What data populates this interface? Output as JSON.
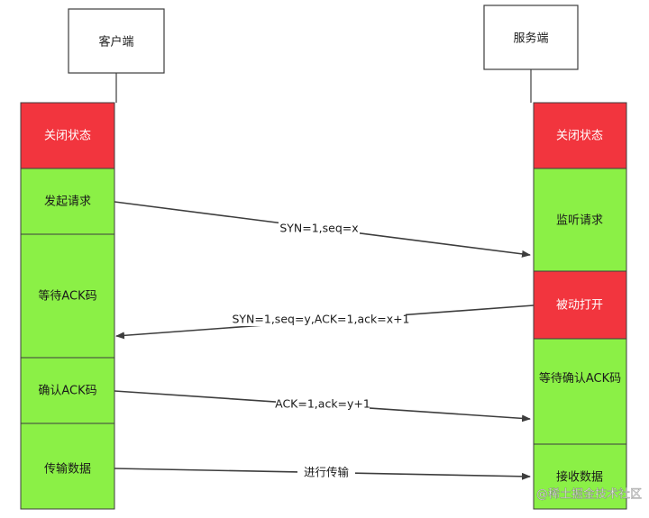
{
  "client": {
    "title": "客户端",
    "states": [
      "关闭状态",
      "发起请求",
      "等待ACK码",
      "确认ACK码",
      "传输数据"
    ]
  },
  "server": {
    "title": "服务端",
    "states": [
      "关闭状态",
      "监听请求",
      "被动打开",
      "等待确认ACK码",
      "接收数据"
    ]
  },
  "messages": [
    "SYN=1,seq=x",
    "SYN=1,seq=y,ACK=1,ack=x+1",
    "ACK=1,ack=y+1",
    "进行传输"
  ],
  "watermark": "@稀土掘金技术社区",
  "colors": {
    "closed": "#f2353e",
    "active": "#8bf046",
    "passive_open": "#f2353e",
    "border": "#3d3d3d",
    "line": "#3d3d3d",
    "text": "#1a1a1a"
  }
}
